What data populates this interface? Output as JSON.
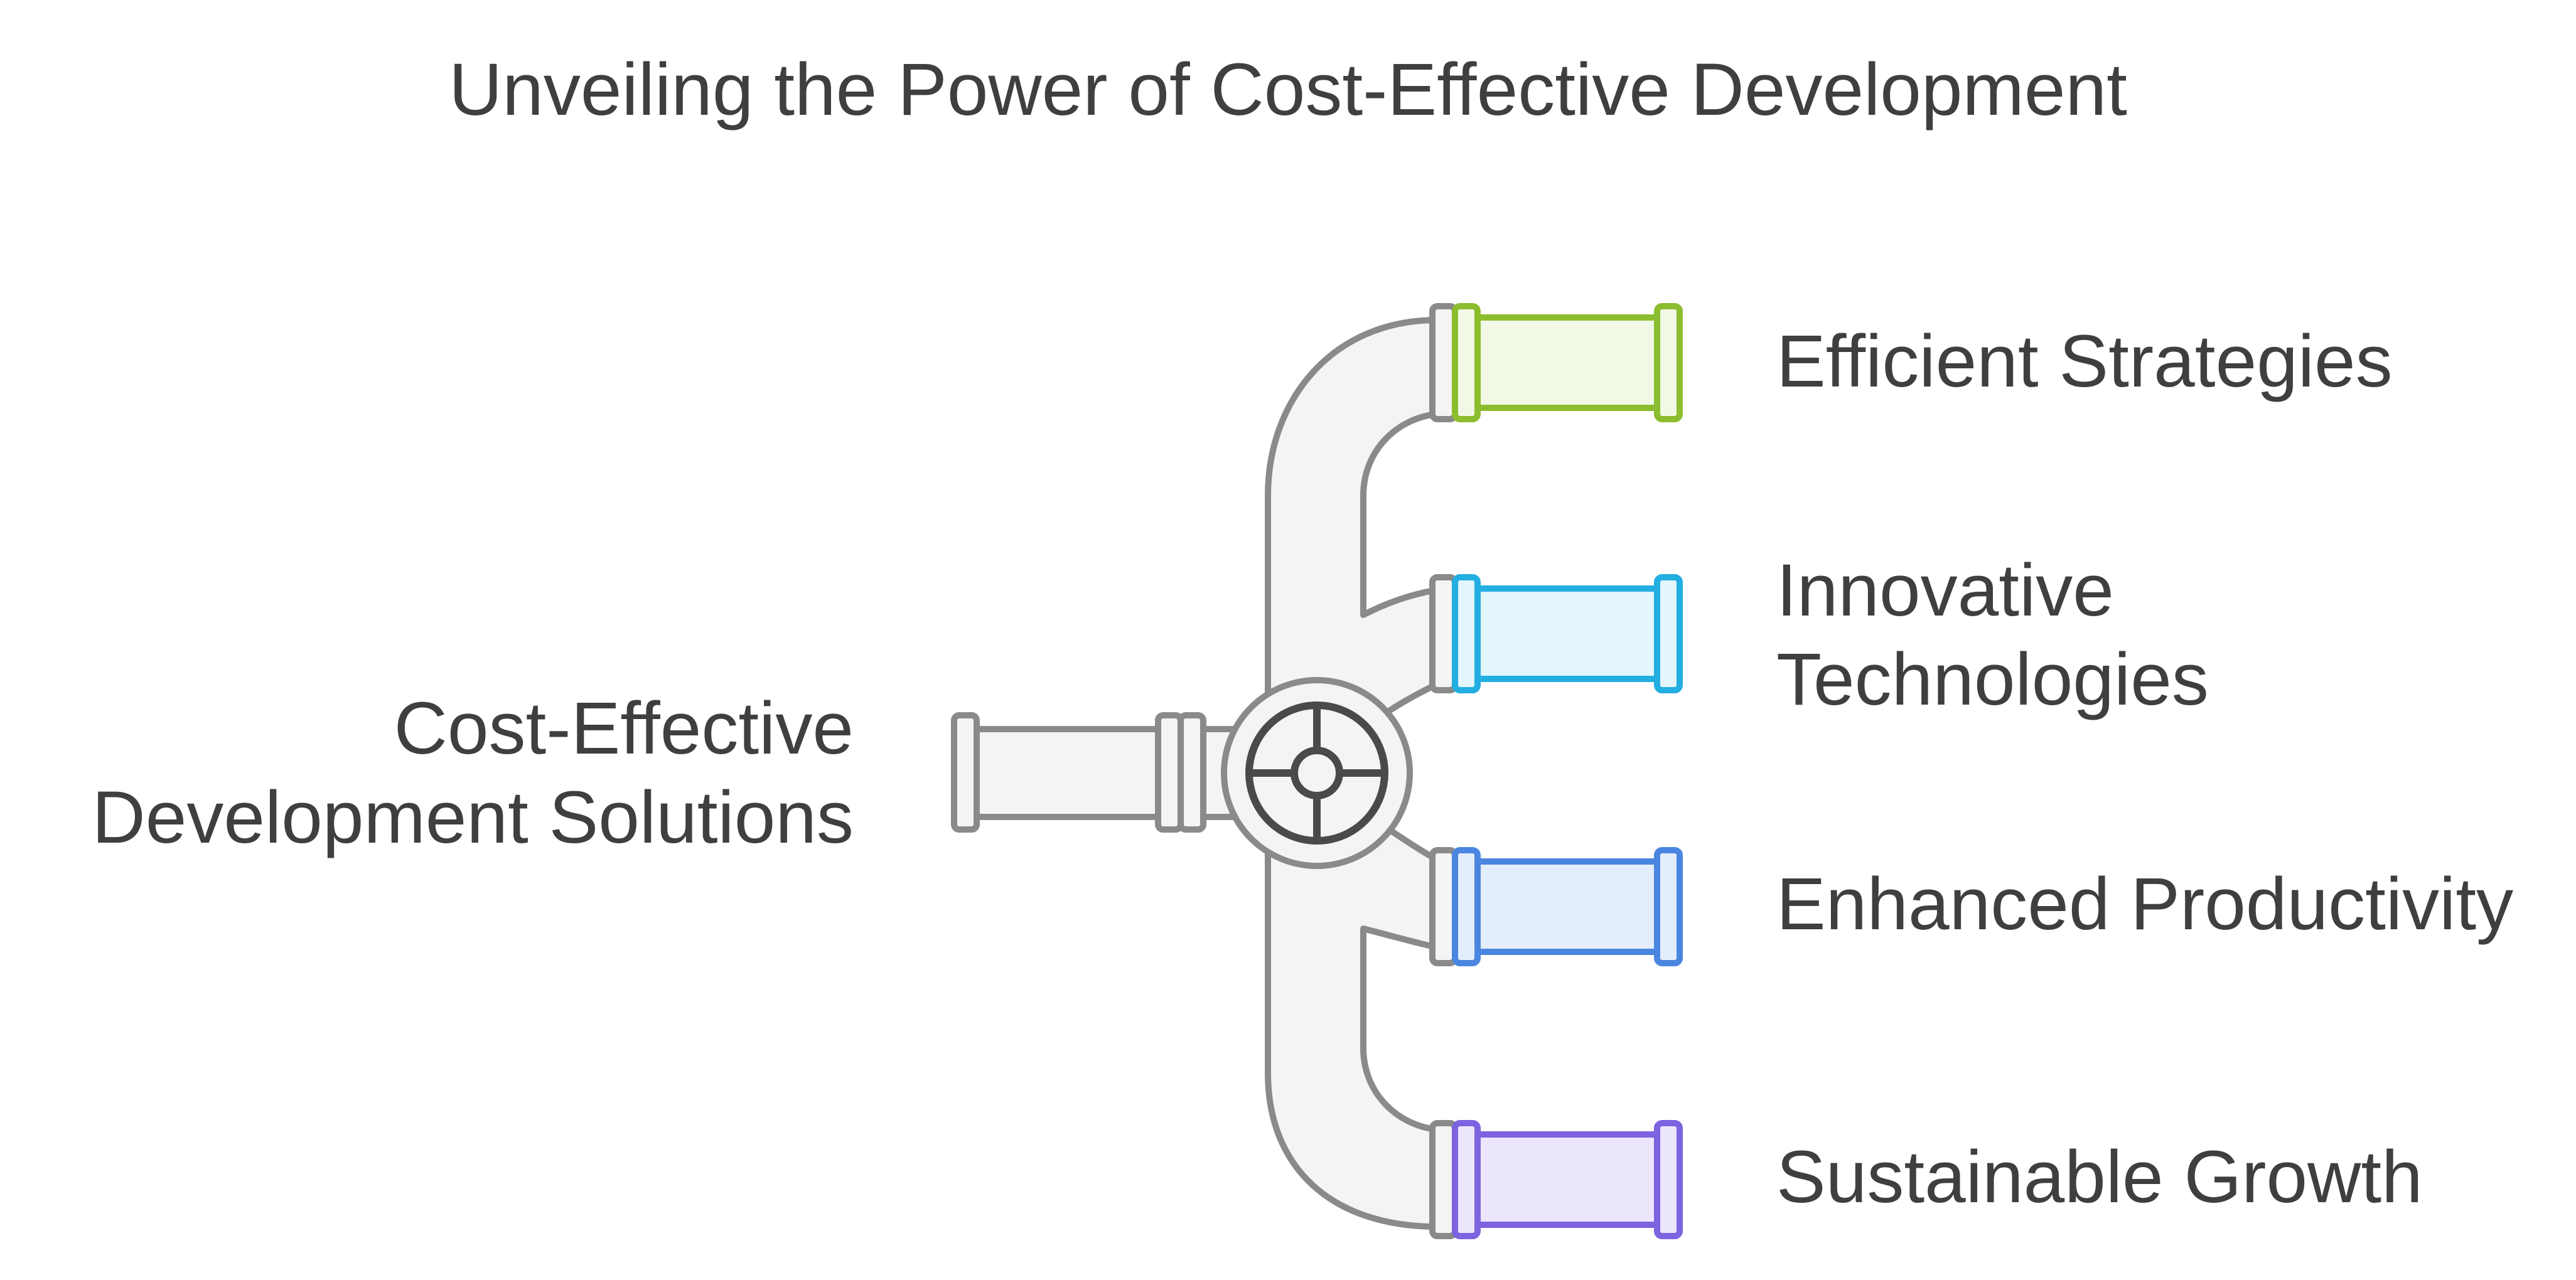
{
  "title": "Unveiling the Power of Cost-Effective Development",
  "source": {
    "line1": "Cost-Effective",
    "line2": "Development Solutions"
  },
  "branches": [
    {
      "label": "Efficient Strategies",
      "color": "#8cbd2e",
      "fill": "#f1f9e6"
    },
    {
      "label_line1": "Innovative",
      "label_line2": "Technologies",
      "color": "#22aee0",
      "fill": "#e2f6fc"
    },
    {
      "label": "Enhanced Productivity",
      "color": "#4a86e0",
      "fill": "#e4edfc"
    },
    {
      "label": "Sustainable Growth",
      "color": "#7d63df",
      "fill": "#ebe6fc"
    }
  ],
  "colors": {
    "pipe_stroke": "#8a8a8a",
    "pipe_fill": "#f4f4f4",
    "valve_stroke": "#4a4a4a",
    "text": "#3f3f3f"
  }
}
